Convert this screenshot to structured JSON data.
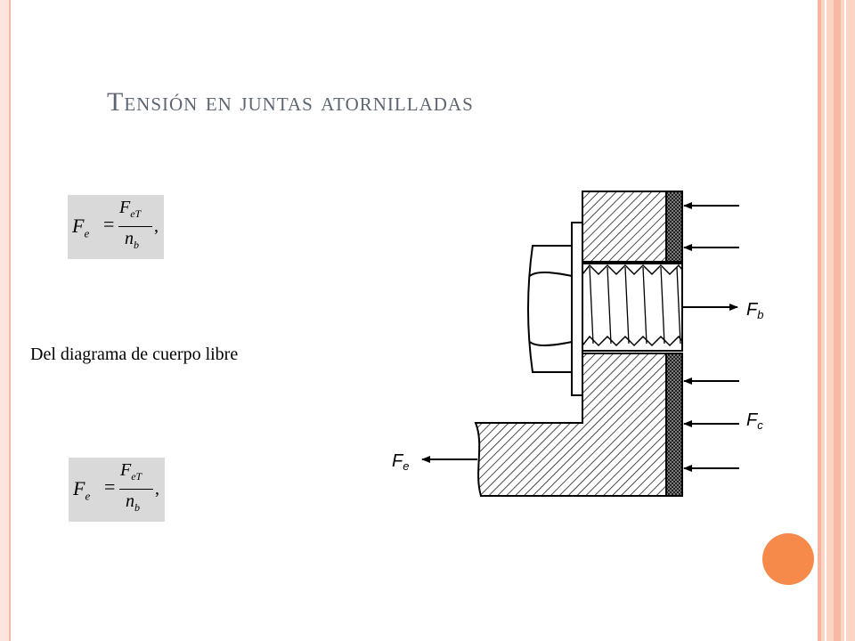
{
  "slide": {
    "title": "Tensión en juntas atornilladas",
    "caption": "Del diagrama de cuerpo libre"
  },
  "formula": {
    "lhs": "F",
    "lhs_sub": "e",
    "equals": "=",
    "numerator": "F",
    "numerator_sub": "eT",
    "denominator": "n",
    "denominator_sub": "b",
    "comma": ","
  },
  "diagram": {
    "force_bolt": "F",
    "force_bolt_sub": "b",
    "force_clamp": "F",
    "force_clamp_sub": "c",
    "force_external": "F",
    "force_external_sub": "e"
  },
  "colors": {
    "title": "#5d6670",
    "formula_bg": "#d9d9d9",
    "accent_dot": "#f58a4b",
    "frame": "#fcd4c4"
  }
}
